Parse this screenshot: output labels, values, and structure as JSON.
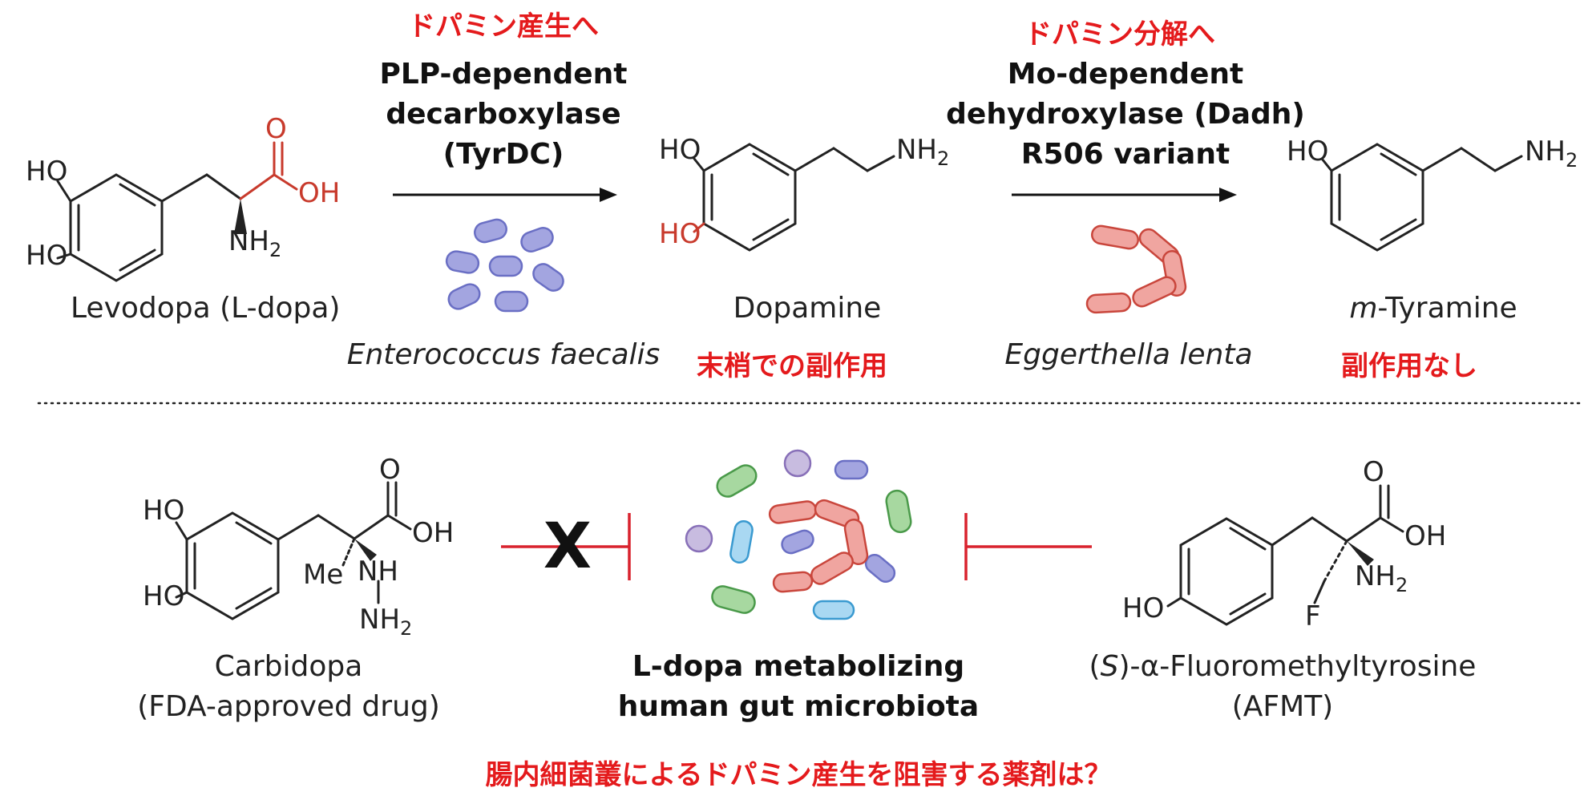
{
  "top": {
    "step1": {
      "note": "ドパミン産生へ",
      "enzyme_lines": [
        "PLP-dependent",
        "decarboxylase",
        "(TyrDC)"
      ],
      "organism": "Enterococcus faecalis"
    },
    "step2": {
      "note": "ドパミン分解へ",
      "enzyme_lines": [
        "Mo-dependent",
        "dehydroxylase (Dadh)",
        "R506 variant"
      ],
      "organism": "Eggerthella lenta"
    },
    "molecules": {
      "levodopa": "Levodopa (L-dopa)",
      "dopamine": "Dopamine",
      "dopamine_note": "末梢での副作用",
      "mtyramine_prefix": "m",
      "mtyramine_rest": "-Tyramine",
      "mtyramine_note": "副作用なし"
    }
  },
  "bottom": {
    "carbidopa_lines": [
      "Carbidopa",
      "(FDA-approved drug)"
    ],
    "center_lines": [
      "L-dopa metabolizing",
      "human gut microbiota"
    ],
    "afmt_line1_a": "(",
    "afmt_line1_s": "S",
    "afmt_line1_b": ")-α-Fluoromethyltyrosine",
    "afmt_line2": "(AFMT)",
    "block_mark": "X"
  },
  "question": "腸内細菌叢によるドパミン産生を阻害する薬剤は？",
  "atoms": {
    "HO": "HO",
    "OH": "OH",
    "O": "O",
    "NH": "NH",
    "N": "N",
    "H": "H",
    "two": "2",
    "Me": "Me",
    "F": "F"
  },
  "colors": {
    "accent_red": "#e41a1c",
    "chem_red": "#c83a2c",
    "inhibit_red": "#d9232e",
    "purple_bacteria": "#a3a5e0",
    "red_bacteria": "#f0a5a0",
    "green_bacteria": "#a7d8a0",
    "blue_bacteria": "#a9d8f2",
    "violet_cocci": "#c8bce0"
  }
}
